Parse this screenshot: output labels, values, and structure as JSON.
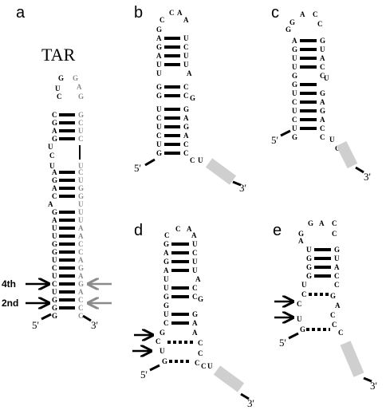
{
  "panels": {
    "a": {
      "label": "a",
      "title": "TAR",
      "five": "5'",
      "three": "3'",
      "arrow_4th": "4th",
      "arrow_2nd": "2nd"
    },
    "b": {
      "label": "b",
      "five": "5'",
      "three": "3'"
    },
    "c": {
      "label": "c",
      "five": "5'",
      "three": "3'"
    },
    "d": {
      "label": "d",
      "five": "5'",
      "three": "3'"
    },
    "e": {
      "label": "e",
      "five": "5'",
      "three": "3'"
    }
  },
  "colors": {
    "black": "#000000",
    "gray_strand": "#8a8a8a",
    "linker": "#cfcfcf"
  }
}
